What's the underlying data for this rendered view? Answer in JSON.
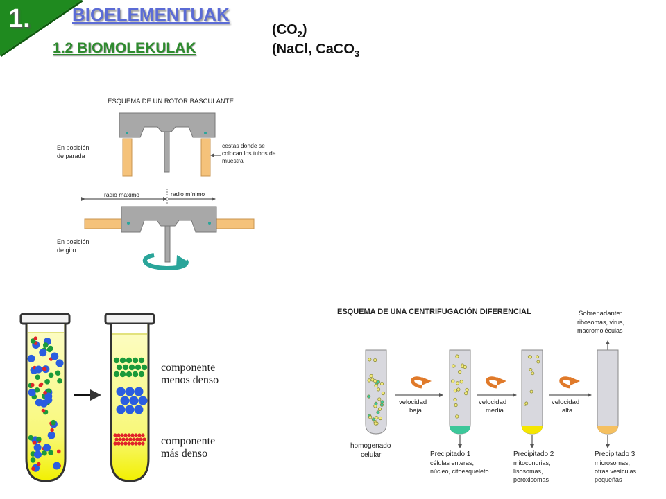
{
  "header": {
    "slide_number": "1.",
    "title": "BIOELEMENTUAK",
    "subtitle": "1.2  BIOMOLEKULAK",
    "formula1_pre": "(CO",
    "formula1_sub": "2",
    "formula1_post": ")",
    "formula2_pre": "(NaCl, CaCO",
    "formula2_sub": "3"
  },
  "rotor": {
    "title": "ESQUEMA DE UN ROTOR BASCULANTE",
    "stop_line1": "En posición",
    "stop_line2": "de parada",
    "baskets_line1": "cestas donde se",
    "baskets_line2": "colocan los tubos de",
    "baskets_line3": "muestra",
    "radius_max": "radio máximo",
    "radius_min": "radio mínimo",
    "spin_line1": "En posición",
    "spin_line2": "de giro"
  },
  "tubes": {
    "less_dense_line1": "componente",
    "less_dense_line2": "menos denso",
    "more_dense_line1": "componente",
    "more_dense_line2": "más denso"
  },
  "differential": {
    "title": "ESQUEMA DE UNA CENTRIFUGACIÓN DIFERENCIAL",
    "supernatant_title": "Sobrenadante:",
    "supernatant_line1": "ribosomas, virus,",
    "supernatant_line2": "macromoléculas",
    "homog_line1": "homogenado",
    "homog_line2": "celular",
    "speed1_line1": "velocidad",
    "speed1_line2": "baja",
    "speed2_line1": "velocidad",
    "speed2_line2": "media",
    "speed3_line1": "velocidad",
    "speed3_line2": "alta",
    "p1_title": "Precipitado 1",
    "p1_line1": "células enteras,",
    "p1_line2": "núcleo, citoesqueleto",
    "p2_title": "Precipitado 2",
    "p2_line1": "mitocondrias,",
    "p2_line2": "lisosomas,",
    "p2_line3": "peroxisomas",
    "p3_title": "Precipitado 3",
    "p3_line1": "microsomas,",
    "p3_line2": "otras vesículas",
    "p3_line3": "pequeñas"
  },
  "colors": {
    "corner_green": "#1f8a1f",
    "title_blue": "#5b6bd5",
    "subtitle_green": "#2e8b2e",
    "rotor_gray": "#a8a8a8",
    "basket_orange": "#f5c27a",
    "spin_arrow": "#2aa59a",
    "tube_yellow": "#fafa9a",
    "tube_yellow_bottom": "#f2f000",
    "pellet1": "#3cc79a",
    "pellet2": "#f5e600",
    "pellet3": "#f5c060",
    "curve_arrow": "#e07a2a"
  }
}
